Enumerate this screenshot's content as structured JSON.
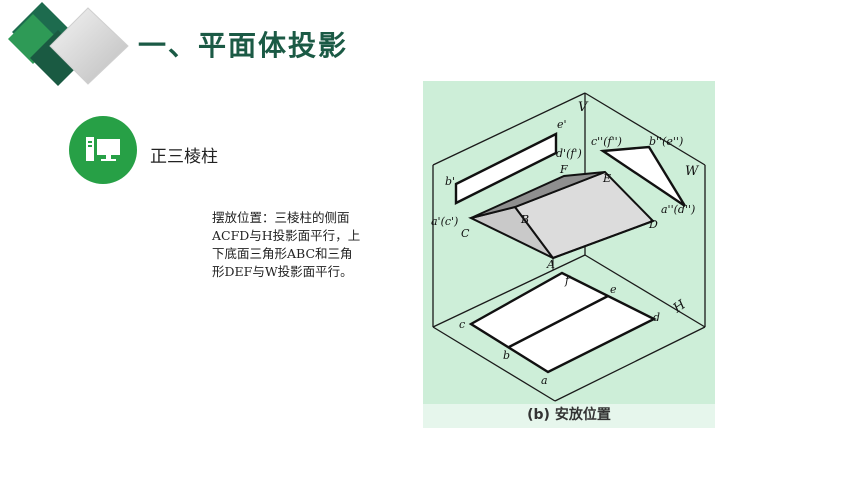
{
  "header": {
    "title": "一、平面体投影"
  },
  "section": {
    "name": "正三棱柱",
    "icon": "computer-icon"
  },
  "description": {
    "line1": "摆放位置：三棱柱的侧面",
    "line2": "ACFD与H投影面平行，上",
    "line3": "下底面三角形ABC和三角",
    "line4": "形DEF与W投影面平行。"
  },
  "figure": {
    "caption": "(b) 安放位置",
    "plane_labels": {
      "v": "V",
      "w": "W",
      "h": "H"
    },
    "vertex_labels": {
      "A": "A",
      "B": "B",
      "C": "C",
      "D": "D",
      "E": "E",
      "F": "F",
      "b_prime": "b'",
      "e_prime": "e'",
      "d_prime_f_prime": "d'(f')",
      "a_prime_c_prime": "a'(c')",
      "c_pp_f_pp": "c''(f'')",
      "b_pp_e_pp": "b''(e'')",
      "a_pp_d_pp": "a''(d'')",
      "a": "a",
      "b": "b",
      "c": "c",
      "d": "d",
      "e": "e",
      "f": "f"
    }
  },
  "colors": {
    "title": "#1b5a45",
    "accent": "#27a046",
    "figure_bg": "#cdeed8"
  }
}
